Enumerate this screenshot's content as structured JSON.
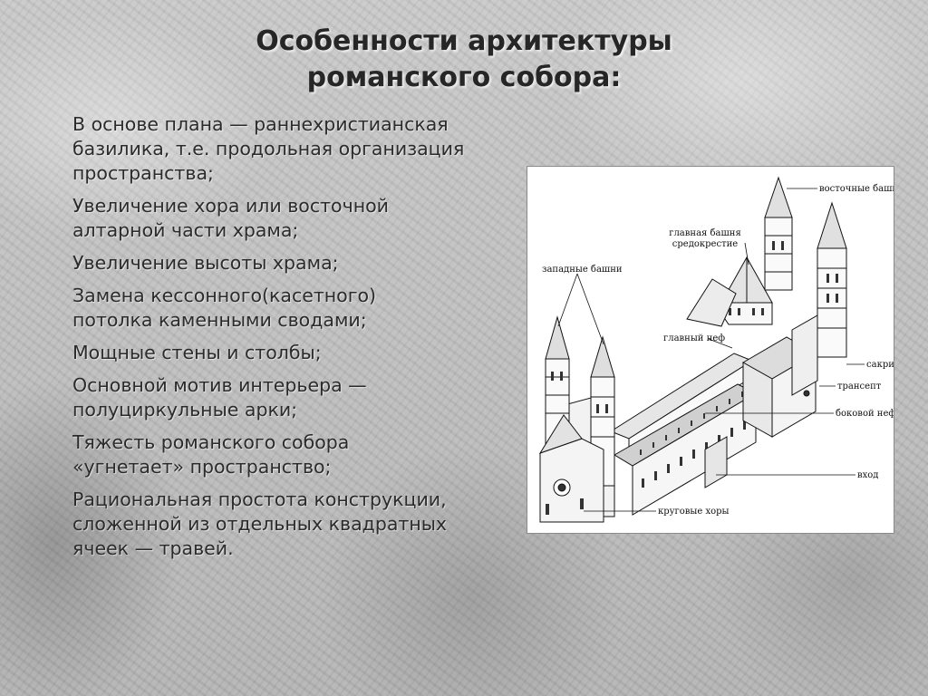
{
  "title": {
    "line1": "Особенности архитектуры",
    "line2": "романского собора:"
  },
  "features": [
    {
      "line1": "В основе плана — раннехристианская",
      "line2": "базилика, т.е. продольная организация",
      "line3": "пространства;"
    },
    {
      "line1": "Увеличение хора или восточной",
      "line2": "алтарной части храма;"
    },
    {
      "line1": "Увеличение высоты храма;"
    },
    {
      "line1": "Замена кессонного(касетного)",
      "line2": "потолка каменными сводами;"
    },
    {
      "line1": "Мощные стены и столбы;"
    },
    {
      "line1": "Основной мотив интерьера —",
      "line2": "полуциркульные арки;"
    },
    {
      "line1": "Тяжесть романского собора",
      "line2": "«угнетает» пространство;"
    },
    {
      "line1": "Рациональная простота конструкции,",
      "line2": "сложенной из отдельных квадратных",
      "line3": "ячеек — травей."
    }
  ],
  "diagram": {
    "labels": {
      "east_towers": "восточные башни",
      "main_tower_1": "главная башня",
      "main_tower_2": "средокрестие",
      "west_towers": "западные башни",
      "main_nave": "главный неф",
      "sacristy": "сакристия",
      "transept": "трансепт",
      "side_nave": "боковой неф",
      "entrance": "вход",
      "round_choirs": "круговые хоры"
    }
  }
}
